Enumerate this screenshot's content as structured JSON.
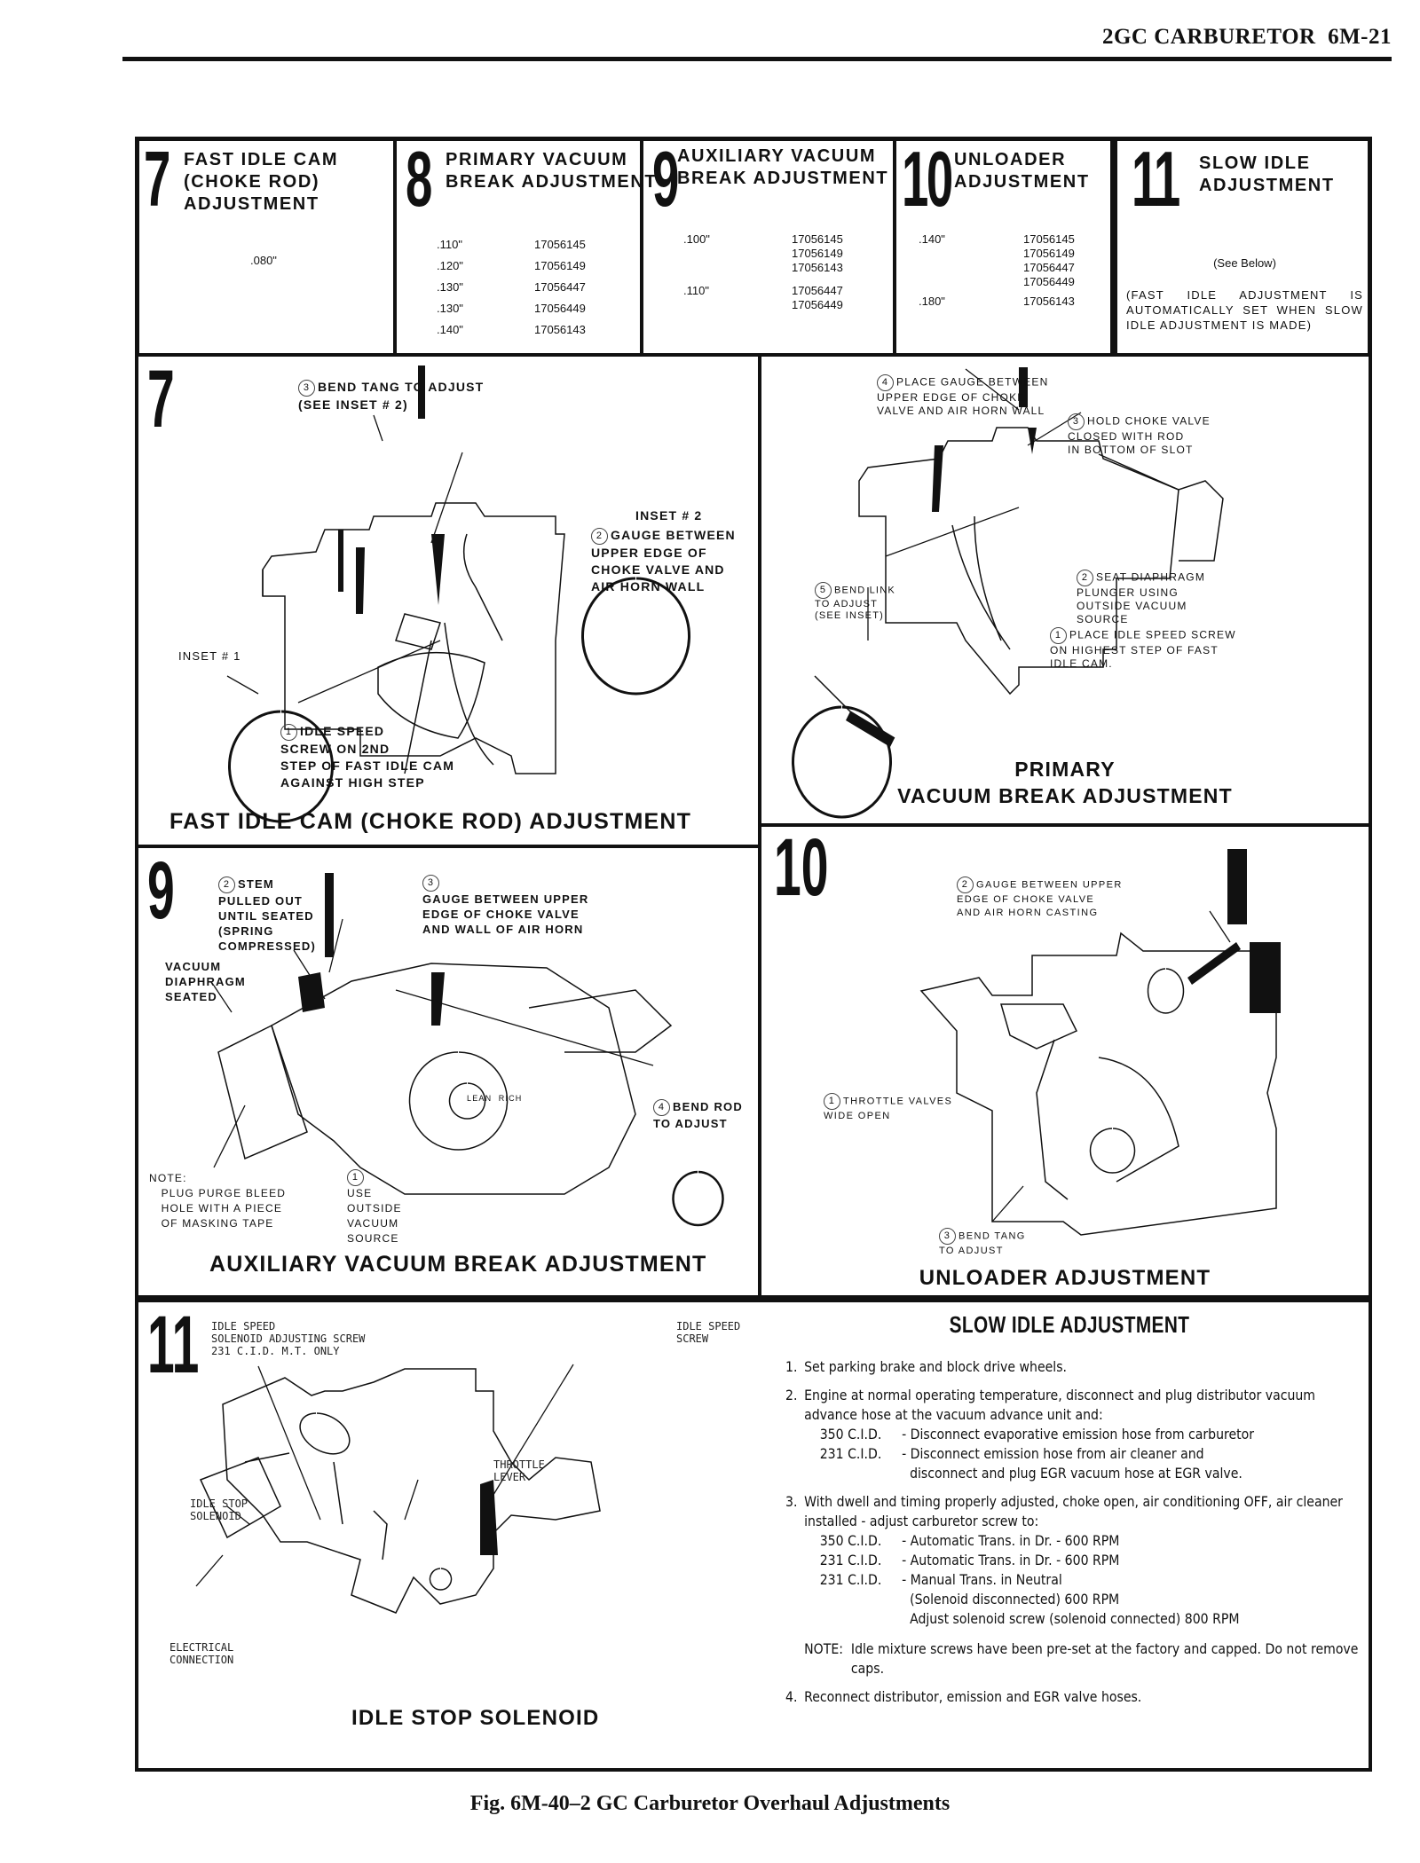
{
  "header": {
    "section": "2GC CARBURETOR",
    "page": "6M-21"
  },
  "specs": [
    {
      "num": "7",
      "title": "FAST IDLE CAM\n(CHOKE ROD)\nADJUSTMENT",
      "rows": [
        {
          "gauge": ".080\"",
          "parts": []
        }
      ]
    },
    {
      "num": "8",
      "title": "PRIMARY VACUUM\nBREAK ADJUSTMENT",
      "rows": [
        {
          "gauge": ".110\"",
          "parts": [
            "17056145"
          ]
        },
        {
          "gauge": ".120\"",
          "parts": [
            "17056149"
          ]
        },
        {
          "gauge": ".130\"",
          "parts": [
            "17056447"
          ]
        },
        {
          "gauge": ".130\"",
          "parts": [
            "17056449"
          ]
        },
        {
          "gauge": ".140\"",
          "parts": [
            "17056143"
          ]
        }
      ]
    },
    {
      "num": "9",
      "title": "AUXILIARY VACUUM\nBREAK ADJUSTMENT",
      "rows": [
        {
          "gauge": ".100\"",
          "parts": [
            "17056145",
            "17056149",
            "17056143"
          ]
        },
        {
          "gauge": ".110\"",
          "parts": [
            "17056447",
            "17056449"
          ]
        }
      ]
    },
    {
      "num": "10",
      "title": "UNLOADER\nADJUSTMENT",
      "rows": [
        {
          "gauge": ".140\"",
          "parts": [
            "17056145",
            "17056149",
            "17056447",
            "17056449"
          ]
        },
        {
          "gauge": ".180\"",
          "parts": [
            "17056143"
          ]
        }
      ]
    },
    {
      "num": "11",
      "title": "SLOW IDLE\nADJUSTMENT",
      "see": "(See Below)",
      "note": "(FAST IDLE ADJUSTMENT IS AUTOMATICALLY SET WHEN SLOW IDLE ADJUSTMENT IS MADE)"
    }
  ],
  "panels": {
    "p7": {
      "num": "7",
      "title": "FAST IDLE CAM (CHOKE ROD) ADJUSTMENT",
      "callouts": {
        "c3": "BEND TANG TO ADJUST\n(SEE INSET # 2)",
        "inset2": "INSET # 2",
        "c2": "GAUGE BETWEEN\nUPPER EDGE OF\nCHOKE VALVE AND\nAIR HORN WALL",
        "inset1": "INSET # 1",
        "c1": "IDLE SPEED\nSCREW ON 2ND\nSTEP OF FAST IDLE CAM\nAGAINST HIGH STEP"
      }
    },
    "p8": {
      "title_line1": "PRIMARY",
      "title_line2": "VACUUM BREAK ADJUSTMENT",
      "callouts": {
        "c4": "PLACE GAUGE BETWEEN\nUPPER EDGE OF CHOKE\nVALVE AND AIR HORN WALL",
        "c3": "HOLD CHOKE VALVE\nCLOSED WITH ROD\nIN BOTTOM OF SLOT",
        "c2": "SEAT DIAPHRAGM\nPLUNGER USING\nOUTSIDE VACUUM\nSOURCE",
        "c1": "PLACE IDLE SPEED SCREW\nON HIGHEST STEP OF FAST\nIDLE CAM.",
        "c5": "BEND LINK\nTO ADJUST\n(SEE INSET)"
      }
    },
    "p9": {
      "num": "9",
      "title": "AUXILIARY VACUUM BREAK ADJUSTMENT",
      "callouts": {
        "c2": "STEM\nPULLED OUT\nUNTIL SEATED\n(SPRING\nCOMPRESSED)",
        "c3": "GAUGE BETWEEN UPPER\nEDGE OF CHOKE VALVE\nAND WALL OF AIR HORN",
        "diaphragm": "VACUUM\nDIAPHRAGM\nSEATED",
        "c4": "BEND ROD\nTO ADJUST",
        "note": "NOTE:\n   PLUG PURGE BLEED\n   HOLE WITH A PIECE\n   OF MASKING TAPE",
        "c1": "USE\nOUTSIDE\nVACUUM\nSOURCE",
        "dial": "LEAN  RICH"
      }
    },
    "p10": {
      "num": "10",
      "title": "UNLOADER ADJUSTMENT",
      "callouts": {
        "c2": "GAUGE BETWEEN UPPER\nEDGE OF CHOKE VALVE\nAND AIR HORN CASTING",
        "c1": "THROTTLE VALVES\nWIDE OPEN",
        "c3": "BEND TANG\nTO ADJUST"
      }
    },
    "p11": {
      "num": "11",
      "title": "IDLE STOP SOLENOID",
      "callouts": {
        "adj_screw": "IDLE SPEED\nSOLENOID ADJUSTING SCREW\n231 C.I.D. M.T. ONLY",
        "speed_screw": "IDLE SPEED\nSCREW",
        "throttle": "THROTTLE\nLEVER",
        "solenoid": "IDLE STOP\nSOLENOID",
        "electrical": "ELECTRICAL\nCONNECTION"
      }
    }
  },
  "slow_idle": {
    "title": "SLOW IDLE ADJUSTMENT",
    "step1": "Set parking brake and block drive wheels.",
    "step2": "Engine at normal operating temperature, disconnect and plug distributor vacuum advance hose at the vacuum advance unit and:",
    "step2_subs": [
      {
        "cid": "350 C.I.D.",
        "text": "- Disconnect evaporative emission hose from carburetor"
      },
      {
        "cid": "231 C.I.D.",
        "text": "- Disconnect emission hose from air cleaner and"
      },
      {
        "cid": "",
        "text": "  disconnect and plug EGR vacuum hose at EGR valve."
      }
    ],
    "step3": "With dwell and timing properly adjusted, choke open, air conditioning OFF, air cleaner installed - adjust carburetor screw to:",
    "step3_subs": [
      {
        "cid": "350 C.I.D.",
        "text": "- Automatic Trans. in Dr. - 600 RPM"
      },
      {
        "cid": "231 C.I.D.",
        "text": "- Automatic Trans. in Dr. - 600 RPM"
      },
      {
        "cid": "231 C.I.D.",
        "text": "- Manual Trans. in Neutral"
      },
      {
        "cid": "",
        "text": "  (Solenoid disconnected) 600 RPM"
      },
      {
        "cid": "",
        "text": "  Adjust solenoid screw (solenoid connected) 800 RPM"
      }
    ],
    "note_label": "NOTE:",
    "note": "Idle mixture screws have been pre-set at the factory and capped. Do not remove caps.",
    "step4": "Reconnect distributor, emission and EGR valve hoses."
  },
  "caption": "Fig. 6M-40–2 GC Carburetor Overhaul Adjustments"
}
